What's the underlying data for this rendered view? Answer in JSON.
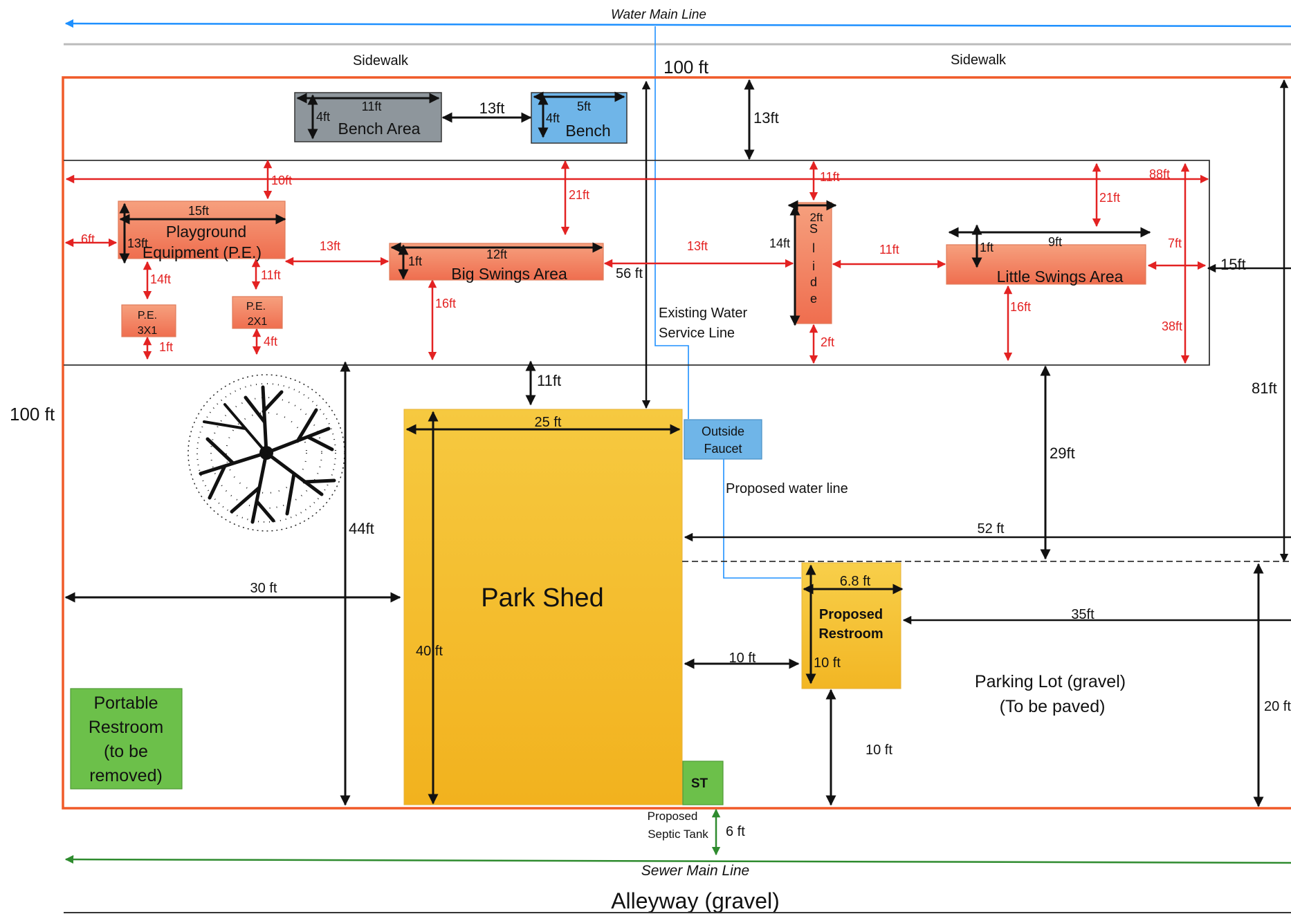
{
  "labels": {
    "water_main": "Water Main Line",
    "sewer_main": "Sewer Main Line",
    "alleyway": "Alleyway (gravel)",
    "sidewalk_left": "Sidewalk",
    "sidewalk_right": "Sidewalk",
    "dim_top_100": "100 ft",
    "dim_left_100": "100 ft",
    "existing_service_1": "Existing Water",
    "existing_service_2": "Service Line",
    "proposed_water_line": "Proposed water line",
    "parking_1": "Parking Lot (gravel)",
    "parking_2": "(To be paved)",
    "septic_1": "Proposed",
    "septic_2": "Septic Tank"
  },
  "areas": {
    "bench_area": {
      "label": "Bench Area",
      "w": "11ft",
      "h": "4ft"
    },
    "bench": {
      "label": "Bench",
      "w": "5ft",
      "h": "4ft"
    },
    "playground": {
      "label1": "Playground",
      "label2": "Equipment (P.E.)",
      "w": "15ft",
      "h": "13ft"
    },
    "pe_3x1": {
      "label1": "P.E.",
      "label2": "3X1"
    },
    "pe_2x1": {
      "label1": "P.E.",
      "label2": "2X1"
    },
    "big_swings": {
      "label": "Big Swings Area",
      "w": "12ft",
      "h": "1ft"
    },
    "slide": {
      "letters": [
        "S",
        "l",
        "i",
        "d",
        "e"
      ],
      "w": "2ft",
      "h": "14ft"
    },
    "little_swings": {
      "label": "Little Swings Area",
      "w": "9ft",
      "h": "1ft"
    },
    "park_shed": {
      "label": "Park Shed",
      "w": "25 ft",
      "h": "40 ft"
    },
    "outside_faucet": {
      "label1": "Outside",
      "label2": "Faucet"
    },
    "proposed_restroom": {
      "label1": "Proposed",
      "label2": "Restroom",
      "w": "6.8 ft",
      "h": "10 ft"
    },
    "portable_restroom": {
      "line1": "Portable",
      "line2": "Restroom",
      "line3": "(to be",
      "line4": "removed)"
    },
    "septic_tank": {
      "label": "ST"
    }
  },
  "dims": {
    "bench_gap": "13ft",
    "to_sidewalk": "13ft",
    "play_top": "10ft",
    "big_top": "21ft",
    "slide_top": "11ft",
    "little_top": "21ft",
    "total_88": "88ft",
    "left_6": "6ft",
    "play_big": "13ft",
    "big_slide": "13ft",
    "slide_little": "11ft",
    "little_right": "7ft",
    "right_15": "15ft",
    "pe_14": "14ft",
    "pe_11": "11ft",
    "pe_1": "1ft",
    "pe_4": "4ft",
    "big_bottom": "16ft",
    "slide_bottom": "2ft",
    "little_bottom": "16ft",
    "play_h_38": "38ft",
    "shed_56": "56 ft",
    "shed_top_11": "11ft",
    "left_30": "30 ft",
    "tree_44": "44ft",
    "d_29": "29ft",
    "d_52": "52 ft",
    "d_81": "81ft",
    "d_35": "35ft",
    "shed_restroom_10": "10 ft",
    "restroom_bottom_10": "10 ft",
    "d_20": "20 ft",
    "septic_6": "6 ft"
  },
  "colors": {
    "property_line": "#f05a28",
    "water": "#1e90ff",
    "sewer": "#2e8b2e",
    "red_dim": "#e32222",
    "salmon": "#f47f60",
    "shed": "#f6c22a",
    "blue_box": "#6fb5e8",
    "gray_box": "#8e969c",
    "green_box": "#6cc04a"
  }
}
